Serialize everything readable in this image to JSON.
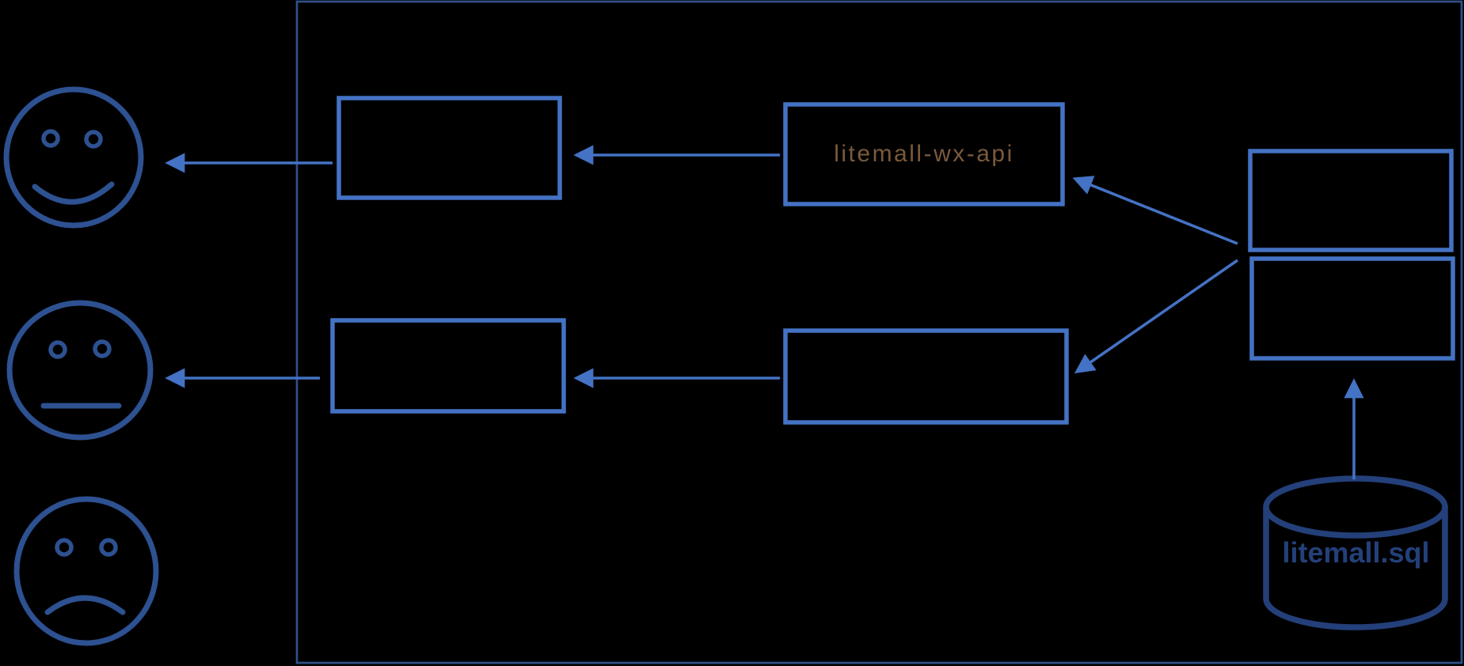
{
  "diagram": {
    "type": "architecture-diagram",
    "background": "#000000",
    "colors": {
      "box_border": "#4472C4",
      "container_border": "#315089",
      "arrow": "#4472C4",
      "face_stroke": "#2D5191",
      "database_stroke": "#24407A",
      "wx_api_text": "#7A5A3C"
    },
    "actors": [
      {
        "id": "user-happy",
        "icon": "happy-face-icon",
        "label": ""
      },
      {
        "id": "user-neutral",
        "icon": "neutral-face-icon",
        "label": ""
      },
      {
        "id": "user-sad",
        "icon": "sad-face-icon",
        "label": ""
      }
    ],
    "boxes": {
      "top_left": {
        "label": ""
      },
      "wx_api": {
        "label": "litemall-wx-api"
      },
      "mid_left": {
        "label": ""
      },
      "mid_center": {
        "label": ""
      },
      "right_top": {
        "label": ""
      },
      "right_bottom": {
        "label": ""
      }
    },
    "database": {
      "icon": "database-cylinder-icon",
      "label": "litemall.sql"
    },
    "connections": [
      {
        "from": "system-boundary",
        "to": "user-happy",
        "arrowhead": "left"
      },
      {
        "from": "wx_api",
        "to": "top_left",
        "arrowhead": "left"
      },
      {
        "from": "right_boxes_junction",
        "to": "wx_api",
        "arrowhead": "up-left"
      },
      {
        "from": "right_boxes_junction",
        "to": "mid_center",
        "arrowhead": "down-left"
      },
      {
        "from": "mid_center",
        "to": "mid_left",
        "arrowhead": "left"
      },
      {
        "from": "system-boundary",
        "to": "user-neutral",
        "arrowhead": "left"
      },
      {
        "from": "database",
        "to": "right_bottom",
        "arrowhead": "up"
      }
    ]
  }
}
